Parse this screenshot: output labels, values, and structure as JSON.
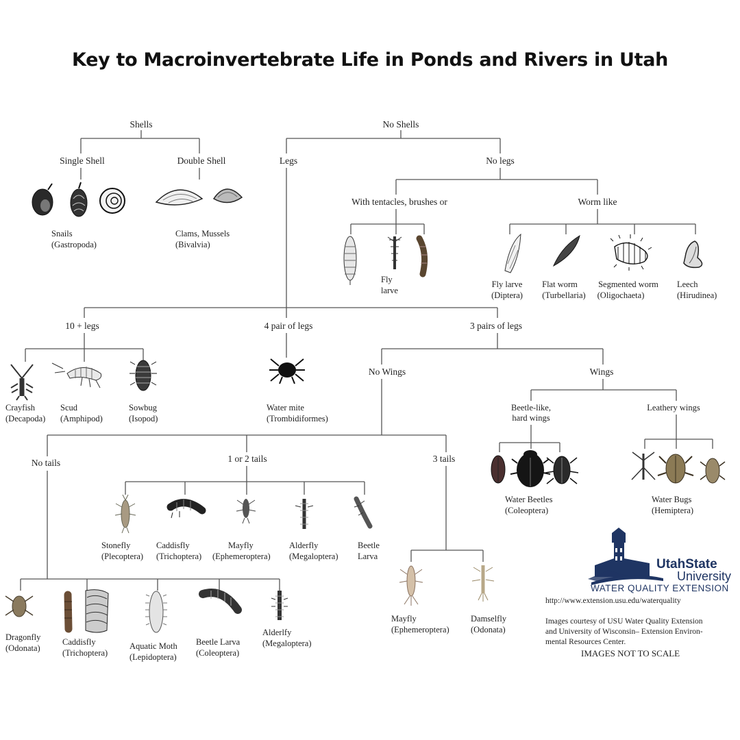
{
  "title": "Key to Macroinvertebrate Life in Ponds and Rivers in Utah",
  "nodes": {
    "shells": "Shells",
    "no_shells": "No Shells",
    "single_shell": "Single Shell",
    "double_shell": "Double Shell",
    "legs": "Legs",
    "no_legs": "No legs",
    "tentacles": "With tentacles, brushes or",
    "worm_like": "Worm like",
    "ten_legs": "10 + legs",
    "four_pair": "4 pair of legs",
    "three_pairs": "3 pairs of legs",
    "no_wings": "No Wings",
    "wings": "Wings",
    "beetle_like_1": "Beetle-like,",
    "beetle_like_2": "hard wings",
    "leathery": "Leathery wings",
    "no_tails": "No tails",
    "one_two_tails": "1 or 2 tails",
    "three_tails": "3 tails"
  },
  "organisms": {
    "snails": [
      "Snails",
      "(Gastropoda)"
    ],
    "clams": [
      "Clams, Mussels",
      "(Bivalvia)"
    ],
    "fly_larve_tent": [
      "Fly",
      "larve"
    ],
    "fly_larve_dip": [
      "Fly larve",
      "(Diptera)"
    ],
    "flat_worm": [
      "Flat worm",
      "(Turbellaria)"
    ],
    "segmented_worm": [
      "Segmented worm",
      "(Oligochaeta)"
    ],
    "leech": [
      "Leech",
      "(Hirudinea)"
    ],
    "crayfish": [
      "Crayfish",
      "(Decapoda)"
    ],
    "scud": [
      "Scud",
      "(Amphipod)"
    ],
    "sowbug": [
      "Sowbug",
      "(Isopod)"
    ],
    "water_mite": [
      "Water mite",
      "(Trombidiformes)"
    ],
    "water_beetles": [
      "Water Beetles",
      "(Coleoptera)"
    ],
    "water_bugs": [
      "Water Bugs",
      "(Hemiptera)"
    ],
    "stonefly": [
      "Stonefly",
      "(Plecoptera)"
    ],
    "caddisfly_12": [
      "Caddisfly",
      "(Trichoptera)"
    ],
    "mayfly_12": [
      "Mayfly",
      "(Ephemeroptera)"
    ],
    "alderfly_12": [
      "Alderfly",
      "(Megaloptera)"
    ],
    "beetle_larva_12": [
      "Beetle",
      "Larva"
    ],
    "mayfly_3": [
      "Mayfly",
      "(Ephemeroptera)"
    ],
    "damselfly": [
      "Damselfly",
      "(Odonata)"
    ],
    "dragonfly": [
      "Dragonfly",
      "(Odonata)"
    ],
    "caddisfly_nt": [
      "Caddisfly",
      "(Trichoptera)"
    ],
    "aquatic_moth": [
      "Aquatic Moth",
      "(Lepidoptera)"
    ],
    "beetle_larva_nt": [
      "Beetle Larva",
      "(Coleoptera)"
    ],
    "alderfly_nt": [
      "Alderlfy",
      "(Megaloptera)"
    ]
  },
  "logo": {
    "name_line1": "UtahState",
    "name_line2": "University",
    "department": "WATER QUALITY EXTENSION",
    "brand_color": "#1f3563"
  },
  "credits": {
    "url": "http://www.extension.usu.edu/waterquality",
    "line1": "Images courtesy of  USU Water Quality Extension",
    "line2": "and University of Wisconsin– Extension Environ-",
    "line3": "mental Resources Center.",
    "note": "IMAGES NOT  TO SCALE"
  }
}
